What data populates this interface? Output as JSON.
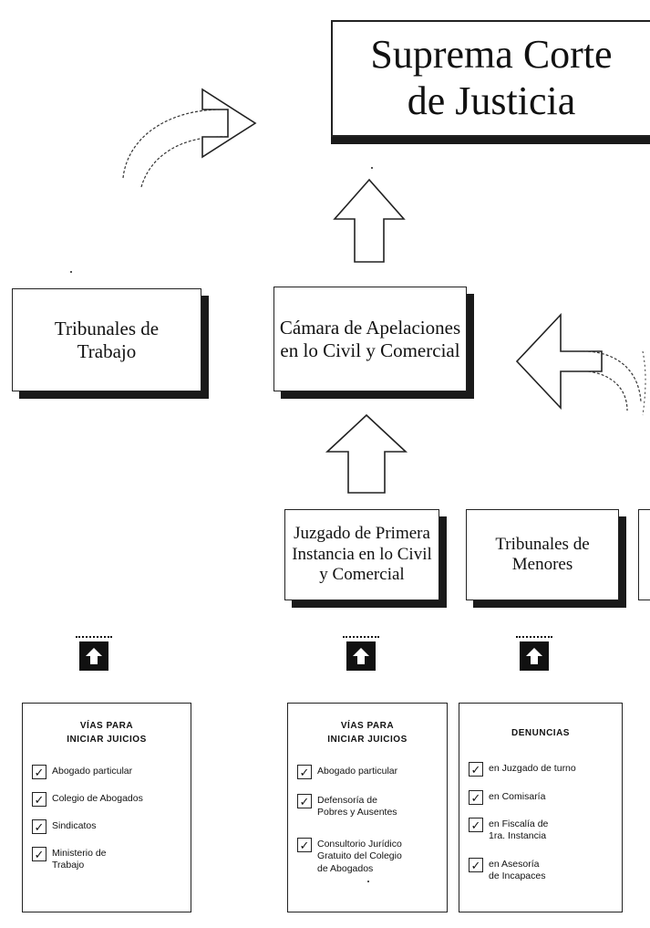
{
  "supreme_court": {
    "label": "Suprema Corte\nde Justicia"
  },
  "boxes": {
    "trabajo": "Tribunales de\nTrabajo",
    "camara": "Cámara de Apelaciones\nen lo Civil y Comercial",
    "juzgado": "Juzgado de Primera\nInstancia en lo Civil\ny Comercial",
    "menores": "Tribunales de\nMenores"
  },
  "panels": {
    "left": {
      "title": "Vías para\niniciar juicios",
      "items": [
        "Abogado particular",
        "Colegio de Abogados",
        "Sindicatos",
        "Ministerio de\nTrabajo"
      ]
    },
    "middle": {
      "title": "Vías para\niniciar juicios",
      "items": [
        "Abogado particular",
        "Defensoría de\nPobres y Ausentes",
        "Consultorio Jurídico\nGratuito del Colegio\nde Abogados"
      ]
    },
    "right": {
      "title": "Denuncias",
      "items": [
        "en Juzgado de turno",
        "en Comisaría",
        "en Fiscalía de\n1ra. Instancia",
        "en Asesoría\nde Incapaces"
      ]
    }
  },
  "icons": {
    "check": "check-icon",
    "up_arrow": "up-arrow-icon",
    "curved_arrow": "curved-arrow-icon"
  },
  "colors": {
    "ink": "#111111",
    "background": "#ffffff"
  }
}
